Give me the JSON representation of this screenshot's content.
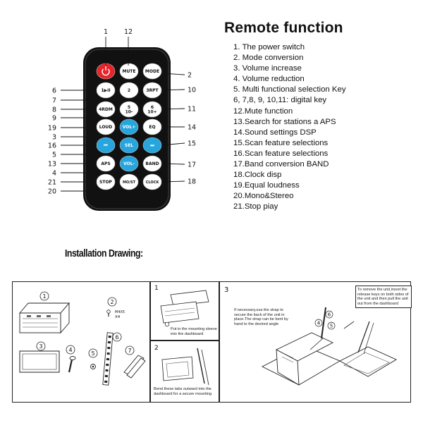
{
  "function_section": {
    "title": "Remote function",
    "items": [
      "1. The power switch",
      "2. Mode conversion",
      "3. Volume increase",
      "4. Volume reduction",
      "5. Multi functional selection Key",
      "6, 7,8, 9, 10,11: digital key",
      "12.Mute function",
      "13.Search for stations a APS",
      "14.Sound settings DSP",
      "15.Scan feature selections",
      "16.Scan feature selections",
      "17.Band conversion BAND",
      "18.Clock disp",
      "19.Equal loudness",
      "20.Mono&Stereo",
      "21.Stop piay"
    ]
  },
  "remote": {
    "buttons": [
      {
        "label": "",
        "icon": "power-icon",
        "color": "#e8232a"
      },
      {
        "label": "MUTE",
        "color": "#ffffff"
      },
      {
        "label": "MODE",
        "color": "#ffffff"
      },
      {
        "label": "1▶II",
        "color": "#ffffff"
      },
      {
        "label": "2",
        "color": "#ffffff"
      },
      {
        "label": "3RPT",
        "color": "#ffffff"
      },
      {
        "label": "4RDM",
        "color": "#ffffff"
      },
      {
        "label": "5 10-",
        "color": "#ffffff"
      },
      {
        "label": "6 10+",
        "color": "#ffffff"
      },
      {
        "label": "LOUD",
        "color": "#ffffff"
      },
      {
        "label": "VOL+",
        "color": "#27a6dd"
      },
      {
        "label": "EQ",
        "color": "#ffffff"
      },
      {
        "label": "⏮",
        "color": "#27a6dd"
      },
      {
        "label": "SEL",
        "color": "#27a6dd"
      },
      {
        "label": "⏭",
        "color": "#27a6dd"
      },
      {
        "label": "APS",
        "color": "#ffffff"
      },
      {
        "label": "VOL-",
        "color": "#27a6dd"
      },
      {
        "label": "BAND",
        "color": "#ffffff"
      },
      {
        "label": "STOP",
        "color": "#ffffff"
      },
      {
        "label": "MO/ST",
        "color": "#ffffff"
      },
      {
        "label": "CLOCK",
        "color": "#ffffff"
      }
    ],
    "callouts_left": [
      "6",
      "7",
      "8",
      "9",
      "19",
      "3",
      "16",
      "5",
      "13",
      "4",
      "21",
      "20"
    ],
    "callouts_right": [
      "2",
      "10",
      "11",
      "14",
      "15",
      "17",
      "18"
    ],
    "callouts_top": [
      "1",
      "12"
    ]
  },
  "installation": {
    "title": "Installation Drawing:",
    "panel_a": {
      "labels": [
        "1",
        "2",
        "3",
        "4",
        "5",
        "6",
        "7"
      ],
      "screw_spec": "M4X5",
      "screw_qty": "X4"
    },
    "panel_b": {
      "step": "1",
      "note": "Put in the mounting sleeve into the dashboard"
    },
    "panel_c": {
      "step": "2",
      "note": "Bend these tabs outward into the dashboard for a secure mounting"
    },
    "panel_d": {
      "step": "3",
      "strap_note": "If necessary,usa the strap to secure the back of the unit in place.The strap can be bent by hand to the desired angle",
      "remove_note": "To remove the unit,insret the release keys on both sides of the unit and then pull the unit out from the dashboard",
      "labels": [
        "6",
        "4",
        "5"
      ]
    }
  }
}
